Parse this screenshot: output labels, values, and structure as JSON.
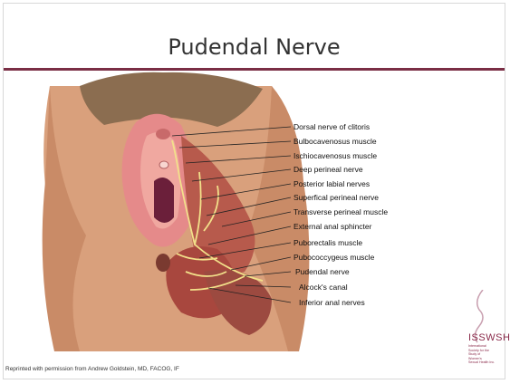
{
  "slide": {
    "title": "Pudendal Nerve",
    "credit": "Reprinted with permission from Andrew Goldstein, MD, FACOG, IF"
  },
  "labels": [
    "Dorsal nerve of clitoris",
    "Bulbocavenosus muscle",
    "Ischiocavenosus muscle",
    "Deep perineal nerve",
    "Posterior labial nerves",
    "Superfical perineal nerve",
    "Transverse perineal muscle",
    "External anal sphincter",
    "Puborectalis muscle",
    "Pubococcygeus muscle",
    "Pudendal nerve",
    "Alcock's canal",
    "Inferior anal nerves"
  ],
  "logo": {
    "name": "ISSWSH",
    "tagline": [
      "International",
      "Society for the",
      "Study of",
      "Women's",
      "Sexual Health Inc."
    ]
  },
  "colors": {
    "accent": "#7a2e45",
    "skin": "#d9a07c",
    "tissue": "#e58a8a",
    "nerve": "#f2e08a"
  }
}
